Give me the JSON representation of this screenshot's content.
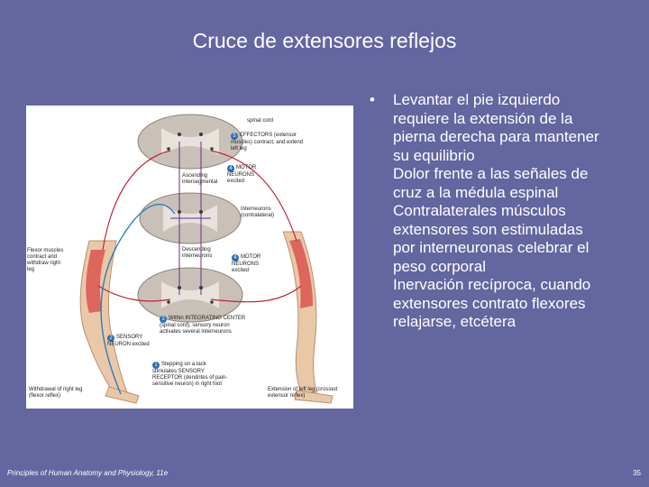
{
  "slide": {
    "title": "Cruce de extensores reflejos",
    "bullet_symbol": "•",
    "bullet_lines": [
      "Levantar el pie izquierdo",
      "requiere la extensión de la",
      "pierna derecha para mantener",
      "su equilibrio",
      "Dolor frente a las señales de",
      "cruz a la médula espinal",
      "Contralaterales músculos",
      "extensores son estimuladas",
      "por interneuronas celebrar el",
      "peso corporal",
      "Inervación recíproca, cuando",
      "extensores contrato flexores",
      "relajarse, etcétera"
    ],
    "footer_left": "Principles of Human Anatomy and Physiology, 11e",
    "page_number": "35"
  },
  "figure": {
    "labels": {
      "spinal_cord": "spinal cord",
      "effectors_num": "5",
      "effectors": "EFFECTORS (extensor muscles) contract, and extend left leg",
      "motor_upper_num": "4",
      "motor_upper": "MOTOR NEURONS excited",
      "ascending": "Ascending intersegmental",
      "interneurons": "Interneurons (contralateral)",
      "descending": "Descending interneurons",
      "motor_lower_num": "4",
      "motor_lower": "MOTOR NEURONS excited",
      "flexor_muscles": "Flexor muscles contract and withdraw right leg",
      "sensory_num": "2",
      "sensory": "SENSORY NEURON excited",
      "integrating_num": "3",
      "integrating": "Within INTEGRATING CENTER (spinal cord), sensory neuron activates several interneurons",
      "receptor_num": "1",
      "receptor": "Stepping on a tack stimulates SENSORY RECEPTOR (dendrites of pain-sensitive neuron) in right foot",
      "withdrawal": "Withdrawal of right leg (flexor reflex)",
      "extension": "Extension of left leg (crossed extensor reflex)"
    },
    "colors": {
      "spinal_gray": "#b8b0a8",
      "muscle": "#d9534f",
      "motor_path": "#c0243a",
      "sensory_path": "#2a7fb8",
      "skin": "#e9c8a8"
    }
  }
}
